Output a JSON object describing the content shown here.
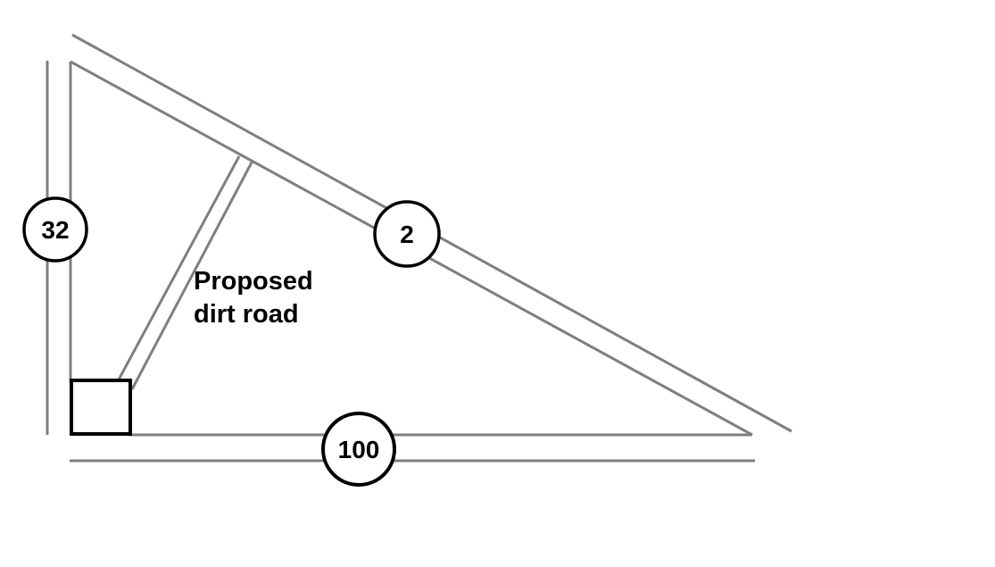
{
  "diagram": {
    "description": "Right-triangle road diagram with proposed dirt road",
    "background_color": "#ffffff",
    "road_line_color": "#7f7f7f",
    "marker_color": "#000000",
    "badges": {
      "vertical_road": "32",
      "hypotenuse_road": "2",
      "horizontal_road": "100"
    },
    "labels": {
      "dirt_road": "Proposed dirt road"
    }
  }
}
